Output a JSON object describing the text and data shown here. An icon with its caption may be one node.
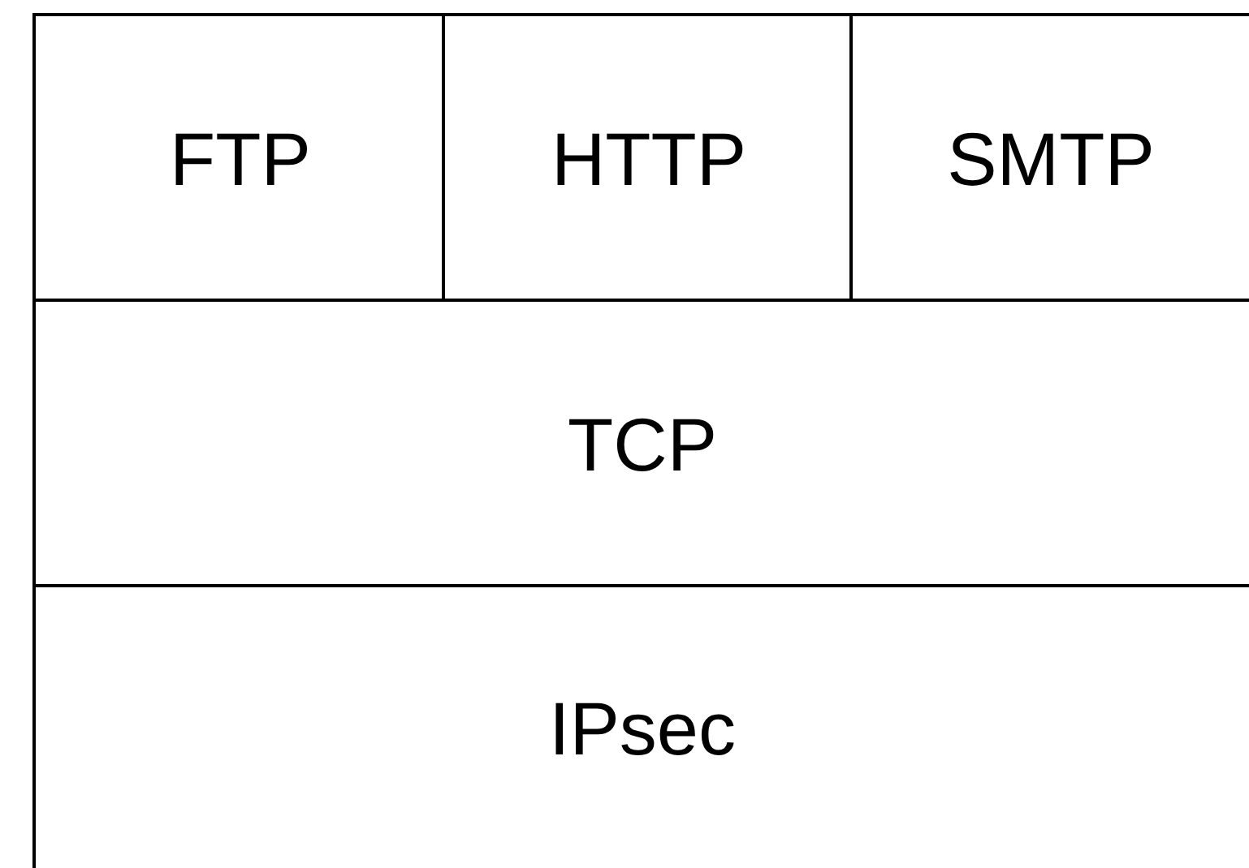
{
  "diagram": {
    "nodes": [
      {
        "text": [
          "FTP"
        ]
      },
      {
        "text": [
          "HTTP"
        ]
      },
      {
        "text": [
          "SMTP"
        ]
      },
      {
        "text": [
          "TCP"
        ]
      },
      {
        "text": [
          "IPsec"
        ]
      }
    ]
  }
}
